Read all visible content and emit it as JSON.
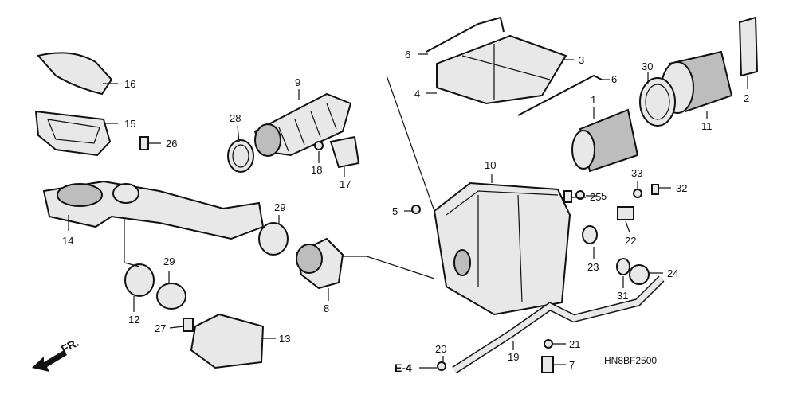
{
  "labels": {
    "p1": "1",
    "p2": "2",
    "p3": "3",
    "p4": "4",
    "p5a": "5",
    "p5b": "5",
    "p6a": "6",
    "p6b": "6",
    "p7": "7",
    "p8": "8",
    "p9": "9",
    "p10": "10",
    "p11": "11",
    "p12": "12",
    "p13": "13",
    "p14": "14",
    "p15": "15",
    "p16": "16",
    "p17": "17",
    "p18": "18",
    "p19": "19",
    "p20": "20",
    "p21": "21",
    "p22": "22",
    "p23": "23",
    "p24": "24",
    "p25": "25",
    "p26": "26",
    "p27": "27",
    "p28": "28",
    "p29a": "29",
    "p29b": "29",
    "p30": "30",
    "p31": "31",
    "p32": "32",
    "p33": "33"
  },
  "ref_label": "E-4",
  "front_label": "FR.",
  "diagram_code": "HN8BF2500"
}
